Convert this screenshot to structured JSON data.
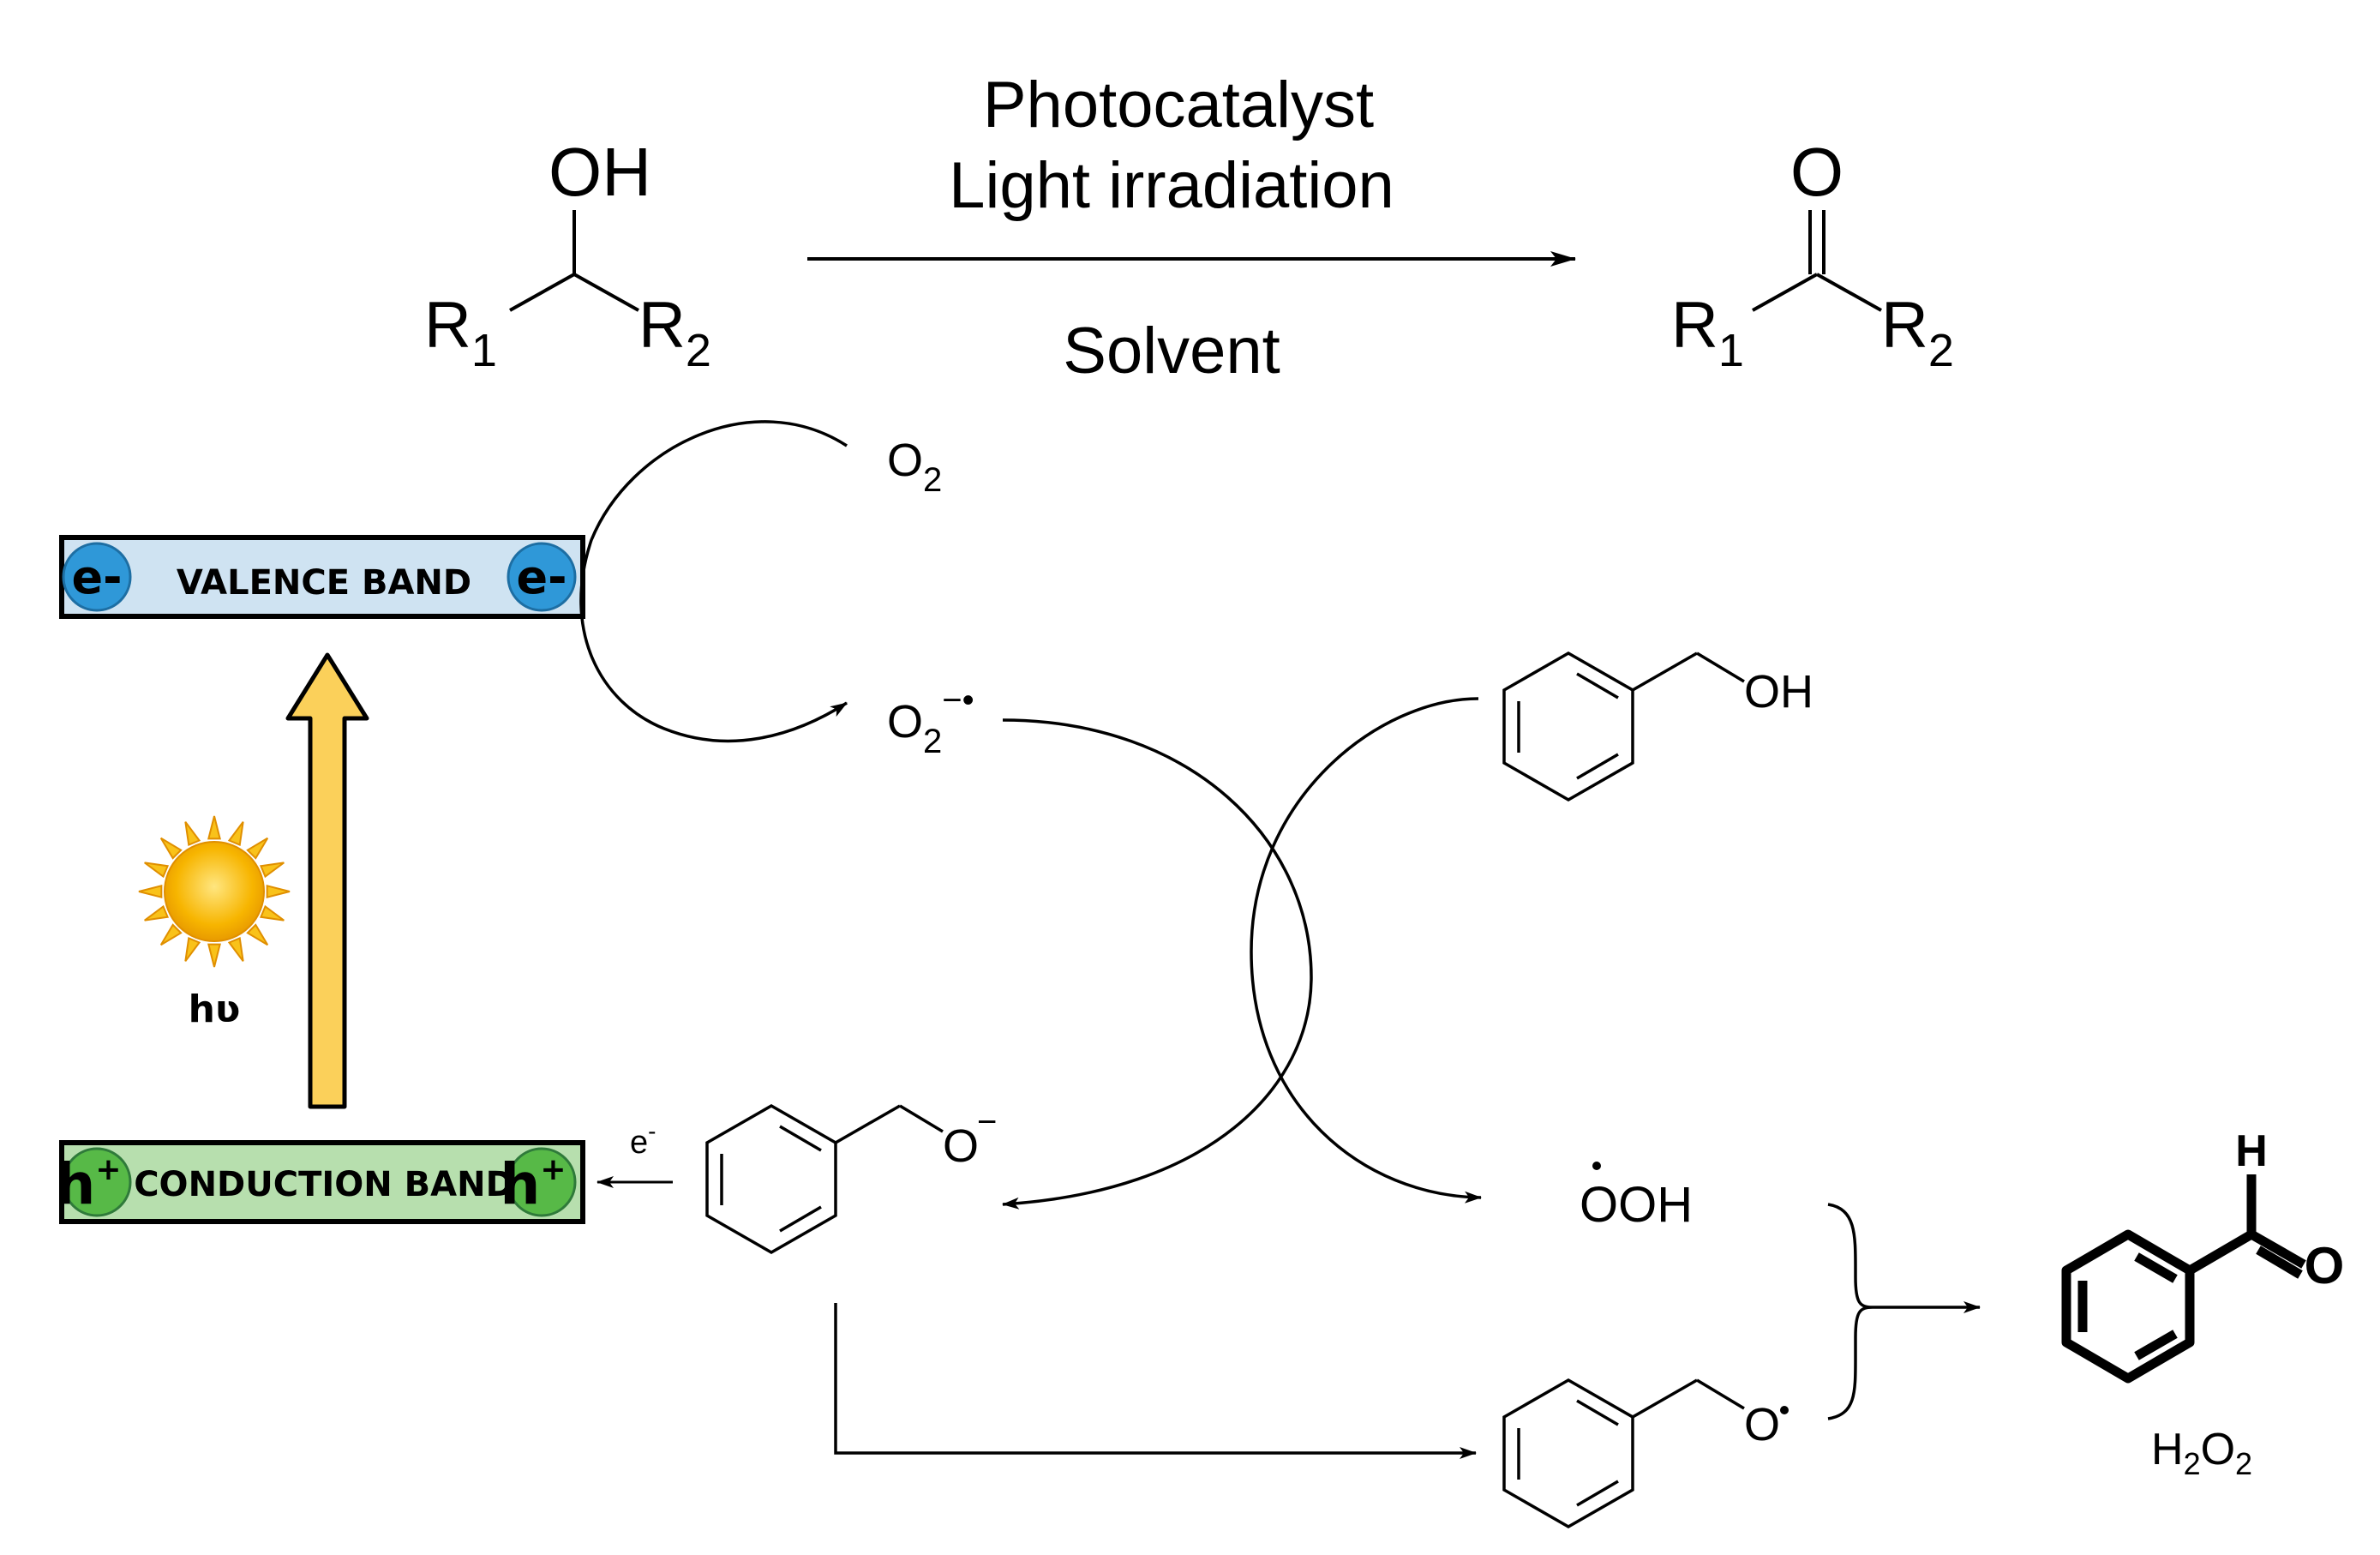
{
  "reaction": {
    "condition_top_1": "Photocatalyst",
    "condition_top_2": "Light irradiation",
    "condition_bottom": "Solvent",
    "reactant": {
      "oh": "OH",
      "r1": "R",
      "r1_sub": "1",
      "r2": "R",
      "r2_sub": "2"
    },
    "product": {
      "o": "O",
      "r1": "R",
      "r1_sub": "1",
      "r2": "R",
      "r2_sub": "2"
    }
  },
  "bands": {
    "valence_label": "VALENCE BAND",
    "conduction_label": "CONDUCTION BAND",
    "electron": "e-",
    "hole": "h",
    "hole_sup": "+"
  },
  "excitation": {
    "label": "hʋ"
  },
  "species": {
    "o2": {
      "main": "O",
      "sub": "2"
    },
    "superoxide": {
      "main": "O",
      "sub": "2",
      "sup": "−•"
    },
    "benzyl_alcohol_oh": "OH",
    "alkoxide_o": "O",
    "alkoxide_charge": "−",
    "electron_transfer": "e",
    "electron_transfer_sup": "-",
    "hydroperoxyl": "OOH",
    "alkoxy_radical_o": "O",
    "aldehyde_h": "H",
    "aldehyde_o": "O",
    "peroxide": {
      "h": "H",
      "sub1": "2",
      "o": "O",
      "sub2": "2"
    }
  },
  "colors": {
    "valence_fill": "#cfe3f2",
    "conduction_fill": "#b7dfae",
    "electron_fill": "#2f98d8",
    "hole_fill": "#57b947",
    "arrow_fill": "#fbd05a",
    "sun_core": "#f7b500",
    "sun_rays": "#f9c21a"
  }
}
